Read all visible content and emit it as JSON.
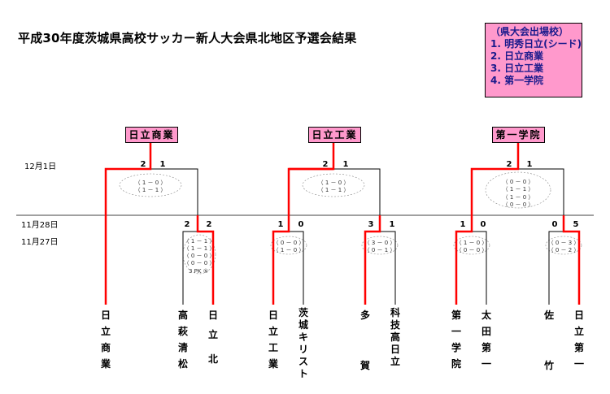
{
  "title": "平成30年度茨城県高校サッカー新人大会県北地区予選会結果",
  "qualifiers": {
    "heading": "（県大会出場校）",
    "items": [
      "1. 明秀日立(シード)",
      "2. 日立商業",
      "3. 日立工業",
      "4. 第一学院"
    ]
  },
  "dates": {
    "final": "12月1日",
    "r2": "11月28日",
    "r1": "11月27日"
  },
  "winners": [
    "日立商業",
    "日立工業",
    "第一学院"
  ],
  "brackets": [
    {
      "final_scores": [
        "2",
        "1"
      ],
      "final_detail": [
        "（ 1 － 0 ）",
        "（ 1 － 1 ）"
      ],
      "semi_scores": [
        "2",
        "2"
      ],
      "semi_detail": [
        "（ 1 － 1 ）",
        "（ 1 － 1 ）",
        "（ 0 － 0 ）",
        "（ 0 － 0 ）"
      ],
      "semi_pk": "3 PK ⑤",
      "teams": [
        {
          "chars": [
            "日",
            "立",
            "商",
            "業"
          ]
        },
        {
          "chars": [
            "高",
            "萩",
            "清",
            "松"
          ]
        },
        {
          "chars": [
            "日",
            "立",
            "北"
          ]
        }
      ]
    },
    {
      "final_scores": [
        "2",
        "1"
      ],
      "final_detail": [
        "（ 1 － 0 ）",
        "（ 1 － 1 ）"
      ],
      "left_scores": [
        "1",
        "0"
      ],
      "left_detail": [
        "（ 0 － 0 ）",
        "（ 1 － 0 ）"
      ],
      "right_scores": [
        "3",
        "1"
      ],
      "right_detail": [
        "（ 3 － 0 ）",
        "（ 0 － 1 ）"
      ],
      "teams": [
        {
          "chars": [
            "日",
            "立",
            "工",
            "業"
          ]
        },
        {
          "chars": [
            "茨",
            "城",
            "キ",
            "リ",
            "ス",
            "ト"
          ]
        },
        {
          "chars": [
            "多",
            "賀"
          ]
        },
        {
          "chars": [
            "科",
            "技",
            "高",
            "日",
            "立"
          ]
        }
      ]
    },
    {
      "final_scores": [
        "2",
        "1"
      ],
      "final_detail": [
        "（ 0 － 0 ）",
        "（ 1 － 1 ）",
        "（ 1 － 0 ）",
        "（ 0 － 0 ）"
      ],
      "left_scores": [
        "1",
        "0"
      ],
      "left_detail": [
        "（ 1 － 0 ）",
        "（ 0 － 0 ）"
      ],
      "right_scores": [
        "0",
        "5"
      ],
      "right_detail": [
        "（ 0 － 3 ）",
        "（ 0 － 2 ）"
      ],
      "teams": [
        {
          "chars": [
            "第",
            "一",
            "学",
            "院"
          ]
        },
        {
          "chars": [
            "太",
            "田",
            "第",
            "一"
          ]
        },
        {
          "chars": [
            "佐",
            "竹"
          ]
        },
        {
          "chars": [
            "日",
            "立",
            "第",
            "一"
          ]
        }
      ]
    }
  ],
  "colors": {
    "win_line": "#ff0000",
    "lose_line": "#000000",
    "box_fill": "#ff99cc",
    "qual_text": "#1a1a8c"
  }
}
